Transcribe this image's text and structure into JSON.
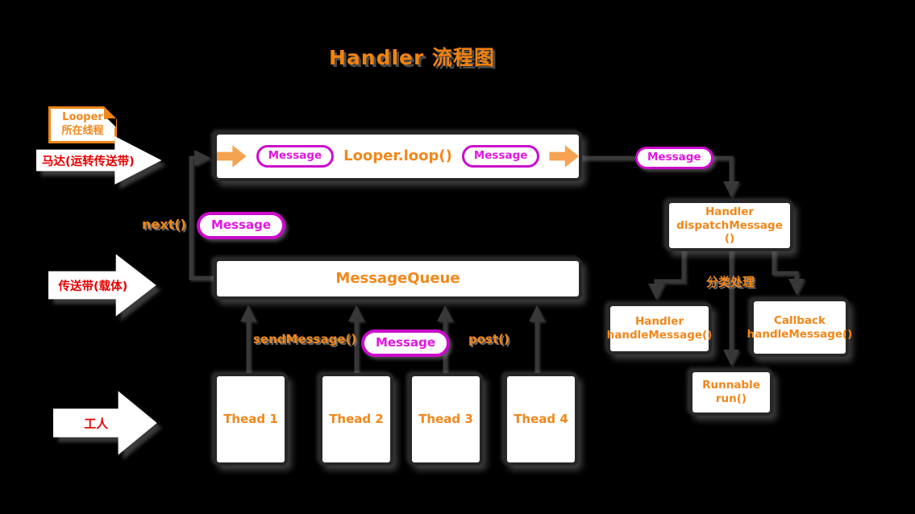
{
  "title": "Handler 流程图",
  "message_label": "Message",
  "left": {
    "note_line1": "Looper",
    "note_line2": "所在线程",
    "motor_arrow": "马达(运转传送带)",
    "belt_arrow": "传送带(载体)",
    "worker_arrow": "工人"
  },
  "flow": {
    "looper_loop": "Looper.loop()",
    "next": "next()",
    "message_queue": "MessageQueue",
    "send_message": "sendMessage()",
    "post": "post()",
    "threads": [
      "Thead 1",
      "Thead 2",
      "Thead 3",
      "Thead 4"
    ]
  },
  "right": {
    "dispatch_line1": "Handler",
    "dispatch_line2": "dispatchMessage",
    "dispatch_line3": "()",
    "classify": "分类处理",
    "handler_line1": "Handler",
    "handler_line2": "handleMessage()",
    "callback_line1": "Callback",
    "callback_line2": "handleMessage()",
    "runnable_line1": "Runnable",
    "runnable_line2": "run()"
  },
  "colors": {
    "background": "#000000",
    "accent_orange": "#F2871A",
    "arrow_fill_orange": "#F5A351",
    "label_red": "#E60000",
    "message_magenta": "#CB0BCB",
    "box_white": "#FFFFFF",
    "connector_gray": "#383838"
  }
}
